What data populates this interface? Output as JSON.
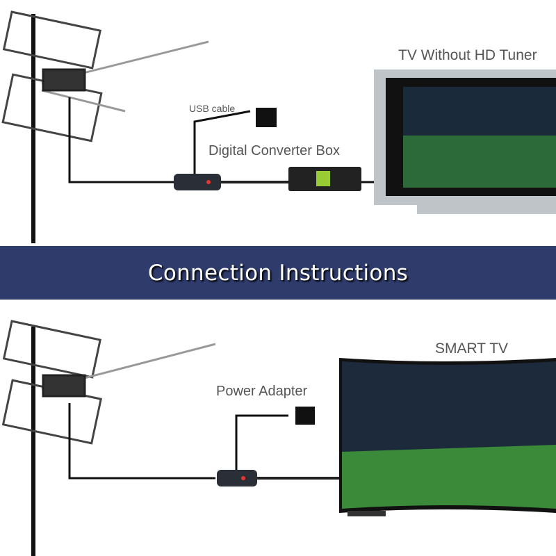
{
  "top": {
    "tv_label": "TV Without HD Tuner",
    "usb_label": "USB cable",
    "converter_label": "Digital Converter Box"
  },
  "banner": {
    "title": "Connection Instructions"
  },
  "bottom": {
    "tv_label": "SMART TV",
    "adapter_label": "Power Adapter"
  },
  "colors": {
    "banner": "#2e3b6b",
    "label_text": "#555555"
  }
}
